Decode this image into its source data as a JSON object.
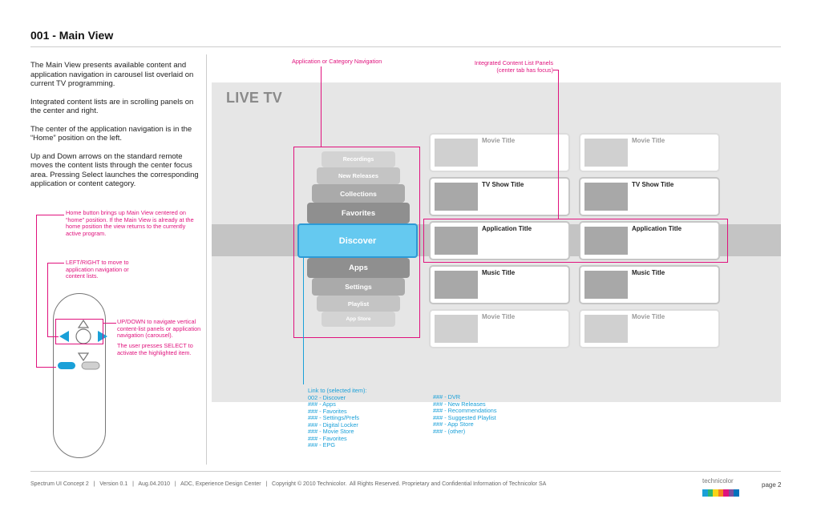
{
  "page": {
    "title": "001 - Main View",
    "description": [
      "The Main View presents available content and application navigation in carousel list overlaid on current TV programming.",
      "Integrated content lists are in scrolling panels on the center and right.",
      "The center of the application navigation is in the “Home” position on the left.",
      "Up and Down arrows on the standard remote moves the content lists through the center focus area. Pressing Select launches the corresponding application or content category."
    ]
  },
  "annotations": {
    "app_nav": "Application or Category Navigation",
    "panels_line1": "Integrated Content List Panels",
    "panels_line2": "(center tab has focus)",
    "home": "Home button brings up Main View centered on “home” position. If the Main View is already at the home position the view returns to the currently active program.",
    "leftright": "LEFT/RIGHT to move to application navigation or content lists.",
    "updown": "UP/DOWN to navigate vertical content-list panels or application navigation (carousel).",
    "select": "The user presses SELECT to activate the highlighted item."
  },
  "screen": {
    "label": "LIVE TV",
    "nav_items": [
      "Recordings",
      "New Releases",
      "Collections",
      "Favorites",
      "Discover",
      "Apps",
      "Settings",
      "Playlist",
      "App Store"
    ],
    "panel_center": [
      "Movie Title",
      "TV Show Title",
      "Application Title",
      "Music Title",
      "Movie Title"
    ],
    "panel_right": [
      "Movie Title",
      "TV Show Title",
      "Application Title",
      "Music Title",
      "Movie Title"
    ]
  },
  "links": {
    "heading": "Link to (selected item):",
    "col1": [
      "002 - Discover",
      "### - Apps",
      "### - Favorites",
      "### - Settings/Prefs",
      "### - Digital Locker",
      "### - Movie Store",
      "### - Favorites",
      "### - EPG"
    ],
    "col2": [
      "### - DVR",
      "### - New Releases",
      "### - Recommendations",
      "### - Suggested Playlist",
      "### - App Store",
      "### - (other)"
    ]
  },
  "footer": {
    "text": "Spectrum UI Concept 2   |   Version 0.1   |   Aug.04.2010   |   ADC, Experience Design Center   |   Copyright © 2010 Technicolor.  All Rights Reserved. Proprietary and Confidential Information of Technicolor SA",
    "brand": "technicolor",
    "page": "page 2"
  },
  "colors": {
    "annotation": "#e0127d",
    "link": "#1aa0d8",
    "focus": "#65c9f0"
  }
}
